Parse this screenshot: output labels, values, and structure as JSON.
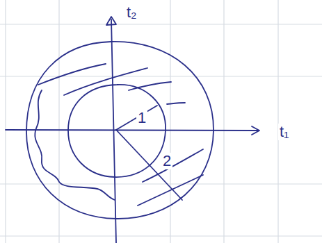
{
  "diagram": {
    "labels": [
      "t₂",
      "t₁",
      "1",
      "2"
    ]
  }
}
